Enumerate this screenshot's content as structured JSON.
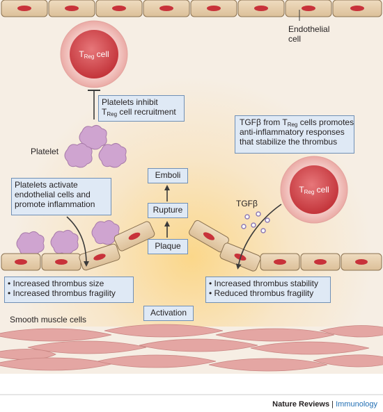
{
  "labels": {
    "endothelial_cell": [
      "Endothelial",
      "cell"
    ],
    "platelet": "Platelet",
    "tgfb": "TGFβ",
    "smooth_muscle": "Smooth muscle cells"
  },
  "treg_cell": {
    "prefix": "T",
    "sub": "Reg",
    "suffix": " cell"
  },
  "boxes": {
    "platelets_inhibit": {
      "line1": "Platelets inhibit",
      "line2_prefix": "T",
      "line2_sub": "Reg",
      "line2_suffix": " cell recruitment"
    },
    "tgfb_from_treg": {
      "line1_prefix": "TGFβ from T",
      "line1_sub": "Reg",
      "line1_suffix": " cells promotes",
      "line2": "anti-inflammatory responses",
      "line3": "that stabilize the thrombus"
    },
    "platelets_activate": [
      "Platelets activate",
      "endothelial cells and",
      "promote inflammation"
    ],
    "left_effects": [
      "• Increased thrombus size",
      "• Increased thrombus fragility"
    ],
    "right_effects": [
      "• Increased thrombus stability",
      "• Reduced thrombus fragility"
    ],
    "emboli": "Emboli",
    "rupture": "Rupture",
    "plaque": "Plaque",
    "activation": "Activation"
  },
  "footer": {
    "journal": "Nature Reviews",
    "separator": " | ",
    "section": "Immunology"
  },
  "colors": {
    "background_top": "#f6eee4",
    "background_glow": "#fbd78a",
    "endothelial_fill": "#e8d2b0",
    "nucleus": "#c8323a",
    "treg_outer": "#f4c6c2",
    "treg_inner": "#d44a4f",
    "platelet": "#cfa4d0",
    "box_fill": "#dfe9f5",
    "box_border": "#6f8fb5",
    "muscle": "#e4a6a3",
    "accent_blue": "#1f6db3"
  }
}
